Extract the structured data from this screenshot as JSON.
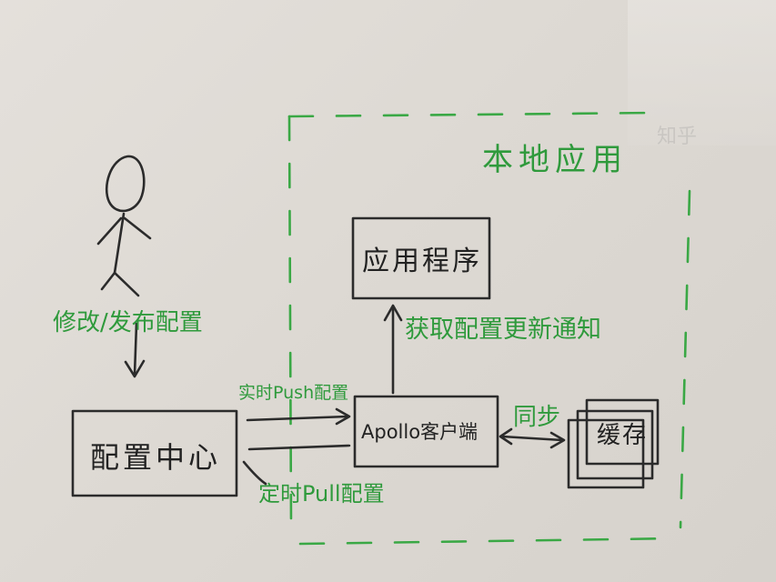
{
  "region": {
    "title": "本地应用"
  },
  "nodes": {
    "config_center": "配置中心",
    "app": "应用程序",
    "apollo_client": "Apollo客户端",
    "cache": "缓存"
  },
  "edges": {
    "modify_publish": "修改/发布配置",
    "push": "实时Push配置",
    "pull": "定时Pull配置",
    "notify": "获取配置更新通知",
    "sync": "同步"
  },
  "watermark": "知乎",
  "colors": {
    "ink": "#2b2b2b",
    "green": "#2f9a3c",
    "paper": "#e0dcd7"
  }
}
